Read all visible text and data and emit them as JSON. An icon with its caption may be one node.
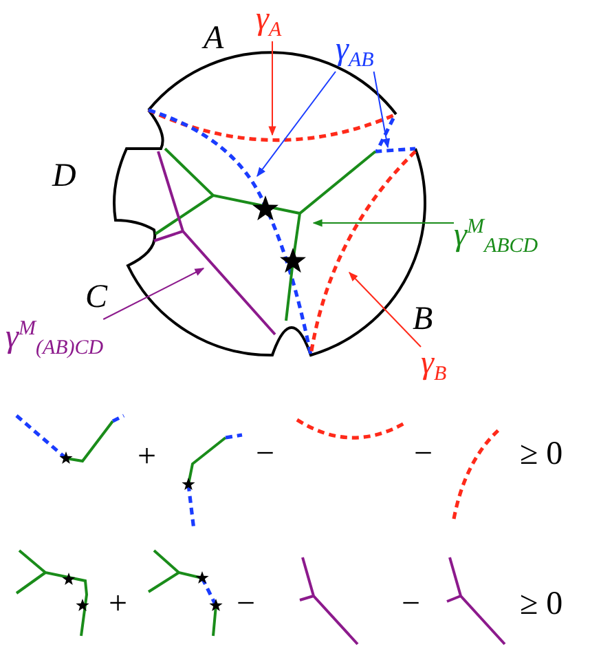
{
  "diagram": {
    "nodes": [
      {
        "text": [
          "γ$_{A}$"
        ]
      },
      {
        "text": [
          "γ$_{AB}$"
        ]
      },
      {
        "text": [
          "γ$^{M}$$_{ABCD}$"
        ]
      },
      {
        "text": [
          "γ$^{M}$$_{(AB)CD}$"
        ]
      },
      {
        "text": [
          "γ$_{B}$"
        ]
      }
    ],
    "edges": [
      {
        "from": 0,
        "to": null,
        "arrow": "to",
        "color": "#ff2a1a"
      },
      {
        "from": 1,
        "to": null,
        "arrow": "to",
        "color": "#1a3cff"
      },
      {
        "from": 1,
        "to": null,
        "arrow": "to",
        "color": "#1a3cff"
      },
      {
        "from": 2,
        "to": null,
        "arrow": "to",
        "color": "#1a8c1a"
      },
      {
        "from": 3,
        "to": null,
        "arrow": "to",
        "color": "#8c1a8c"
      },
      {
        "from": 4,
        "to": null,
        "arrow": "to",
        "color": "#ff2a1a"
      }
    ],
    "labels": [
      "A",
      "D",
      "C",
      "B",
      "+",
      "−",
      "−",
      "≥ 0",
      "+",
      "−",
      "−",
      "≥ 0"
    ]
  }
}
